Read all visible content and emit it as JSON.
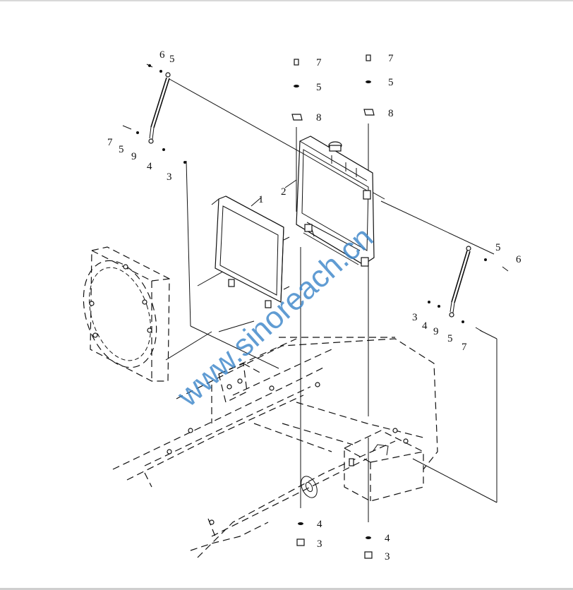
{
  "diagram": {
    "callouts": [
      "1",
      "2",
      "3",
      "4",
      "5",
      "6",
      "7",
      "8",
      "9"
    ],
    "watermark": "www.sinoreach.cn"
  }
}
